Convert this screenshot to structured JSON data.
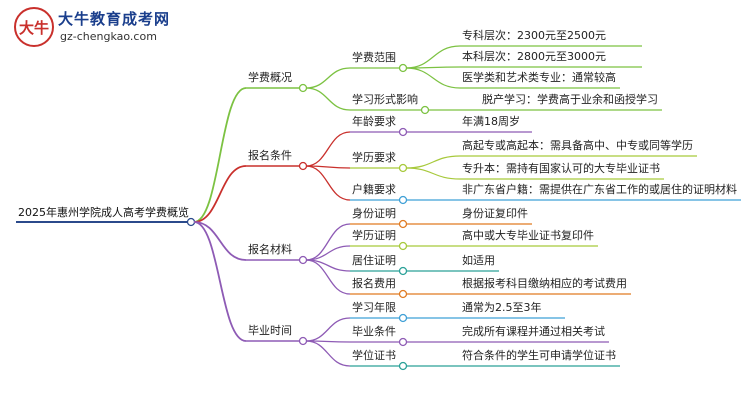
{
  "logo": {
    "title": "大牛教育成考网",
    "url": "gz-chengkao.com",
    "mark_text": "大牛"
  },
  "colors": {
    "root": "#2b4a8b",
    "fees": "#7cc242",
    "register": "#c9302c",
    "materials": "#8e5bb5",
    "graduation": "#8e5bb5",
    "age": "#8e5bb5",
    "edu_req": "#a7c93b",
    "household": "#3fa0d6",
    "id": "#e07b22",
    "edu_cert": "#a7c93b",
    "residence": "#2aa198",
    "fee_item": "#e07b22",
    "study": "#3fa0d6",
    "grad_cond": "#8e5bb5",
    "degree": "#2aa198"
  },
  "root": {
    "label": "2025年惠州学院成人高考学费概览"
  },
  "branches": [
    {
      "label": "学费概况",
      "children": [
        {
          "label": "学费范围",
          "leaves": [
            "专科层次：2300元至2500元",
            "本科层次：2800元至3000元",
            "医学类和艺术类专业：通常较高"
          ]
        },
        {
          "label": "学习形式影响",
          "leaves": [
            "脱产学习：学费高于业余和函授学习"
          ]
        }
      ]
    },
    {
      "label": "报名条件",
      "children": [
        {
          "label": "年龄要求",
          "leaves": [
            "年满18周岁"
          ]
        },
        {
          "label": "学历要求",
          "leaves": [
            "高起专或高起本：需具备高中、中专或同等学历",
            "专升本：需持有国家认可的大专毕业证书"
          ]
        },
        {
          "label": "户籍要求",
          "leaves": [
            "非广东省户籍：需提供在广东省工作的或居住的证明材料"
          ]
        }
      ]
    },
    {
      "label": "报名材料",
      "children": [
        {
          "label": "身份证明",
          "leaves": [
            "身份证复印件"
          ]
        },
        {
          "label": "学历证明",
          "leaves": [
            "高中或大专毕业证书复印件"
          ]
        },
        {
          "label": "居住证明",
          "leaves": [
            "如适用"
          ]
        },
        {
          "label": "报名费用",
          "leaves": [
            "根据报考科目缴纳相应的考试费用"
          ]
        }
      ]
    },
    {
      "label": "毕业时间",
      "children": [
        {
          "label": "学习年限",
          "leaves": [
            "通常为2.5至3年"
          ]
        },
        {
          "label": "毕业条件",
          "leaves": [
            "完成所有课程并通过相关考试"
          ]
        },
        {
          "label": "学位证书",
          "leaves": [
            "符合条件的学生可申请学位证书"
          ]
        }
      ]
    }
  ]
}
